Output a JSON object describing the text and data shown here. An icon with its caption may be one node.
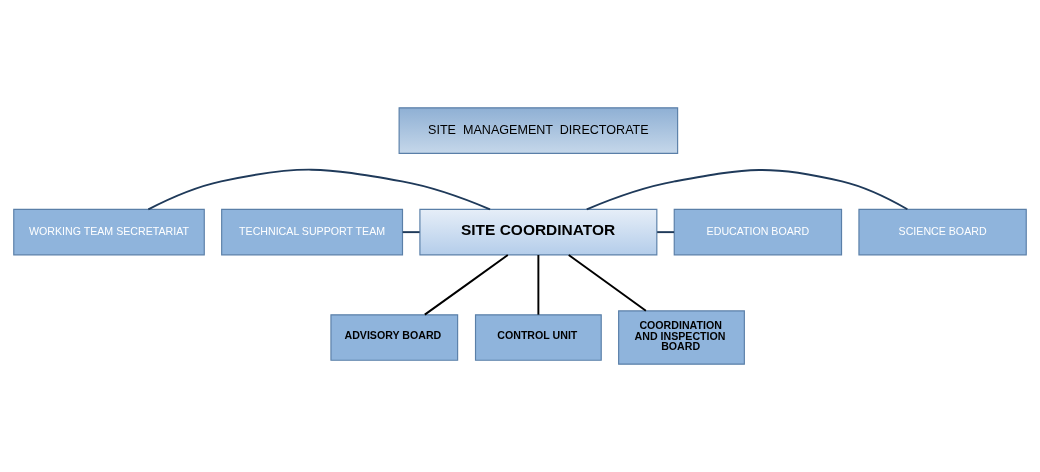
{
  "diagram": {
    "nodes": [
      {
        "text": [
          "SITE  MANAGEMENT  DIRECTORATE"
        ]
      },
      {
        "text": [
          "WORKING TEAM SECRETARIAT"
        ]
      },
      {
        "text": [
          "TECHNICAL SUPPORT TEAM"
        ]
      },
      {
        "text": [
          "SITE COORDINATOR"
        ]
      },
      {
        "text": [
          "EDUCATION BOARD"
        ]
      },
      {
        "text": [
          "SCIENCE BOARD"
        ]
      },
      {
        "text": [
          "ADVISORY BOARD"
        ]
      },
      {
        "text": [
          "CONTROL UNIT"
        ]
      },
      {
        "text": [
          "COORDINATION AND INSPECTION BOARD"
        ]
      }
    ],
    "edges": [
      {
        "from": 1,
        "to": 3,
        "arrow": "none"
      },
      {
        "from": 2,
        "to": 3,
        "arrow": "none"
      },
      {
        "from": 3,
        "to": 4,
        "arrow": "none"
      },
      {
        "from": 3,
        "to": 5,
        "arrow": "none"
      },
      {
        "from": 3,
        "to": 6,
        "arrow": "none",
        "color": "#000000"
      },
      {
        "from": 3,
        "to": 7,
        "arrow": "none",
        "color": "#000000"
      },
      {
        "from": 3,
        "to": 8,
        "arrow": "none",
        "color": "#000000"
      }
    ]
  }
}
